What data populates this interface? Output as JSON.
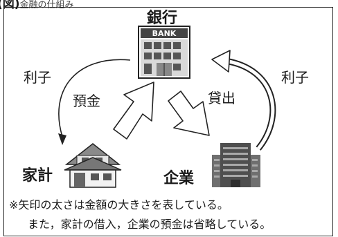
{
  "header": {
    "lead": "(図)",
    "rest": "金融の仕組み"
  },
  "nodes": {
    "bank": {
      "label": "銀行",
      "sign": "BANK",
      "icon": "bank-building-icon"
    },
    "household": {
      "label": "家計",
      "icon": "house-icon"
    },
    "company": {
      "label": "企業",
      "icon": "office-building-icon"
    }
  },
  "flows": {
    "deposit": "預金",
    "loan": "貸出",
    "interest_left": "利子",
    "interest_right": "利子"
  },
  "notes": {
    "line1": "※矢印の太さは金額の大きさを表している。",
    "line2": "また，家計の借入，企業の預金は省略している。"
  }
}
